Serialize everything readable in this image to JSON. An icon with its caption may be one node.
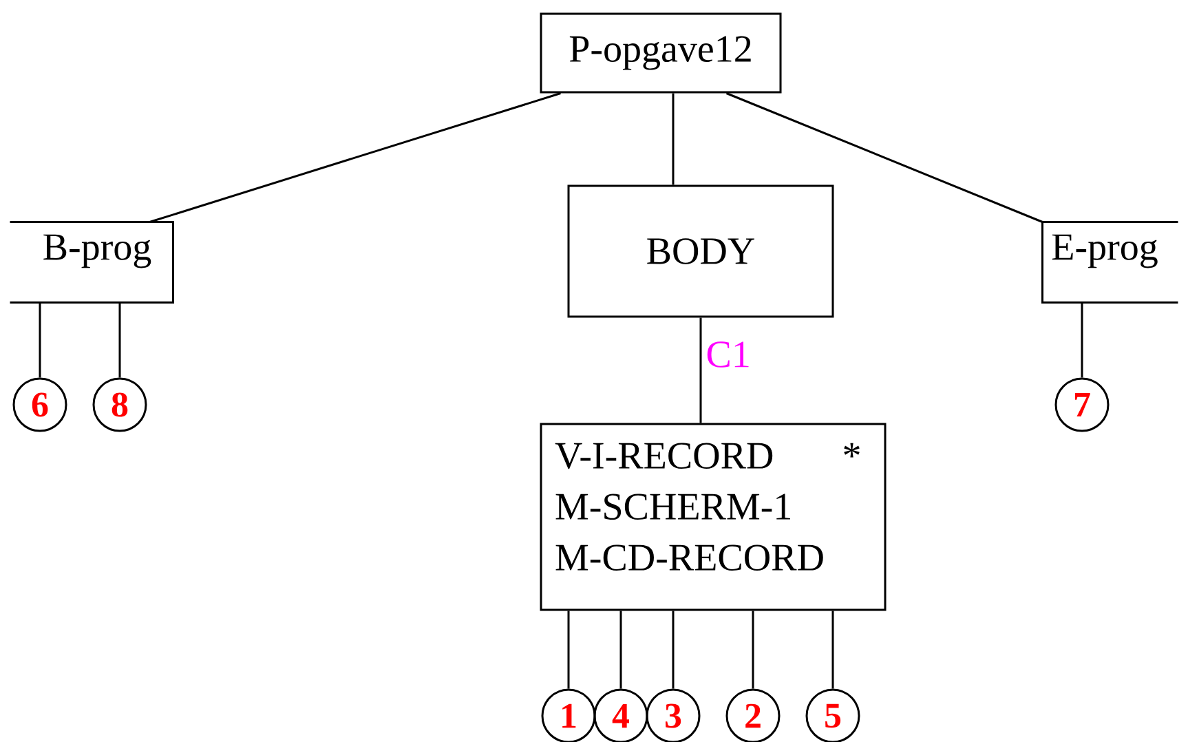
{
  "diagram": {
    "nodes": [
      {
        "text": [
          "P-opgave12"
        ]
      },
      {
        "text": [
          "B-prog"
        ]
      },
      {
        "text": [
          "BODY"
        ]
      },
      {
        "text": [
          "E-prog"
        ]
      },
      {
        "text": [
          "V-I-RECORD",
          "M-SCHERM-1",
          "M-CD-RECORD",
          "*"
        ]
      },
      {
        "text": [
          "6"
        ]
      },
      {
        "text": [
          "8"
        ]
      },
      {
        "text": [
          "7"
        ]
      },
      {
        "text": [
          "1"
        ]
      },
      {
        "text": [
          "4"
        ]
      },
      {
        "text": [
          "3"
        ]
      },
      {
        "text": [
          "2"
        ]
      },
      {
        "text": [
          "5"
        ]
      }
    ],
    "edges": [
      {
        "from": 0,
        "to": 1,
        "arrow": "none"
      },
      {
        "from": 0,
        "to": 2,
        "arrow": "none"
      },
      {
        "from": 0,
        "to": 3,
        "arrow": "none"
      },
      {
        "from": 2,
        "to": 4,
        "arrow": "none",
        "label": "C1"
      },
      {
        "from": 1,
        "to": 5,
        "arrow": "none"
      },
      {
        "from": 1,
        "to": 6,
        "arrow": "none"
      },
      {
        "from": 3,
        "to": 7,
        "arrow": "none"
      },
      {
        "from": 4,
        "to": 8,
        "arrow": "none"
      },
      {
        "from": 4,
        "to": 9,
        "arrow": "none"
      },
      {
        "from": 4,
        "to": 10,
        "arrow": "none"
      },
      {
        "from": 4,
        "to": 11,
        "arrow": "none"
      },
      {
        "from": 4,
        "to": 12,
        "arrow": "none"
      }
    ]
  }
}
